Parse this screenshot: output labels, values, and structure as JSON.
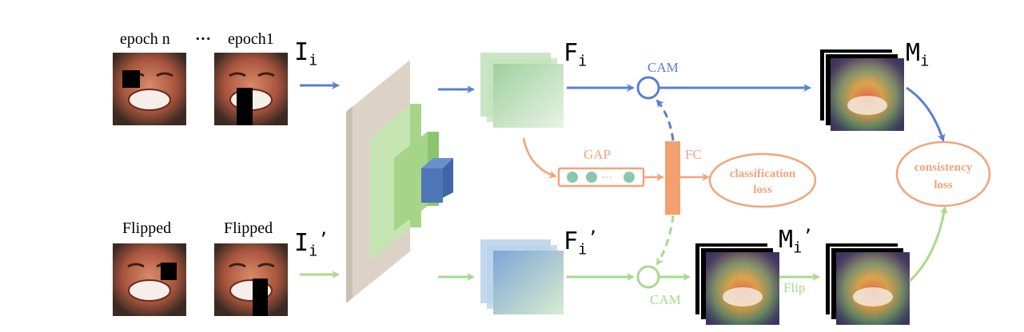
{
  "labels": {
    "epoch_n": "epoch n",
    "ellipsis": "···",
    "epoch_1": "epoch1",
    "flipped_a": "Flipped",
    "flipped_b": "Flipped",
    "cam_top": "CAM",
    "cam_bottom": "CAM",
    "gap": "GAP",
    "fc": "FC",
    "dots_inline": "···",
    "flip": "Flip",
    "classification_loss_1": "classification",
    "classification_loss_2": "loss",
    "consistency_loss_1": "consistency",
    "consistency_loss_2": "loss"
  },
  "symbols": {
    "I": "I",
    "I_sub": "i",
    "I_prime": "I",
    "I_prime_sub": "i",
    "I_prime_mark": "’",
    "F": "F",
    "F_sub": "i",
    "F_prime": "F",
    "F_prime_sub": "i",
    "F_prime_mark": "’",
    "M": "M",
    "M_sub": "i",
    "M_prime": "M",
    "M_prime_sub": "i",
    "M_prime_mark": "’"
  },
  "colors": {
    "blue_branch": "#5b7fd0",
    "green_branch": "#a9d98f",
    "orange_branch": "#f2a47a",
    "fc_bar": "#f2a06e",
    "backbone_plate": "#d8cfc2",
    "block_light_green": "#c7e5b3",
    "block_green": "#a6d58a",
    "block_blue": "#4f76b8"
  }
}
